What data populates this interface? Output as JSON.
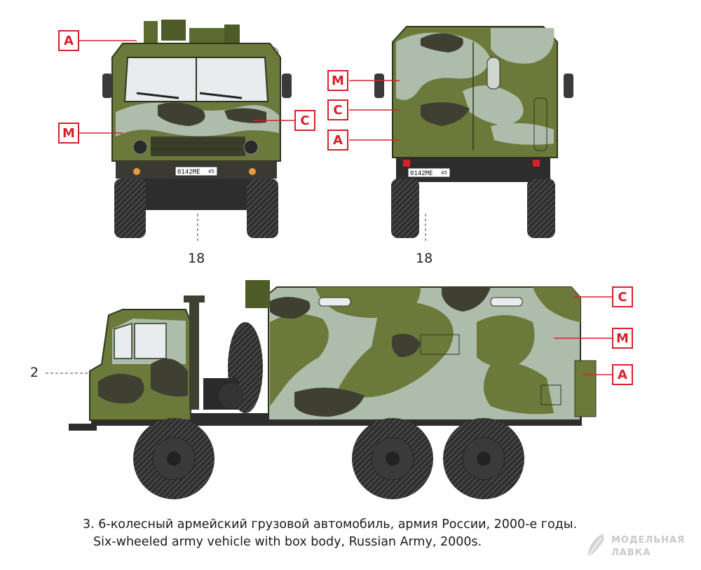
{
  "callouts": {
    "front": [
      {
        "label": "A"
      },
      {
        "label": "M"
      },
      {
        "label": "C"
      }
    ],
    "rear": [
      {
        "label": "M"
      },
      {
        "label": "C"
      },
      {
        "label": "A"
      }
    ],
    "side": [
      {
        "label": "C"
      },
      {
        "label": "M"
      },
      {
        "label": "A"
      }
    ]
  },
  "leaders": {
    "front_wheel": "18",
    "rear_wheel": "18",
    "side_cab": "2"
  },
  "plates": {
    "front_number": "0142МЕ",
    "front_region": "45",
    "rear_number": "0142МЕ",
    "rear_region": "45"
  },
  "caption": {
    "line_ru": "3. 6-колесный армейский грузовой автомобиль, армия России, 2000-е годы.",
    "line_en": "Six-wheeled army vehicle with box body, Russian Army, 2000s."
  },
  "watermark": {
    "line1": "МОДЕЛЬНАЯ",
    "line2": "ЛАВКА"
  },
  "colors": {
    "camo_green": "#6b7a3a",
    "camo_dark": "#3f4032",
    "camo_light": "#aebcab",
    "callout_red": "#d8202a"
  }
}
